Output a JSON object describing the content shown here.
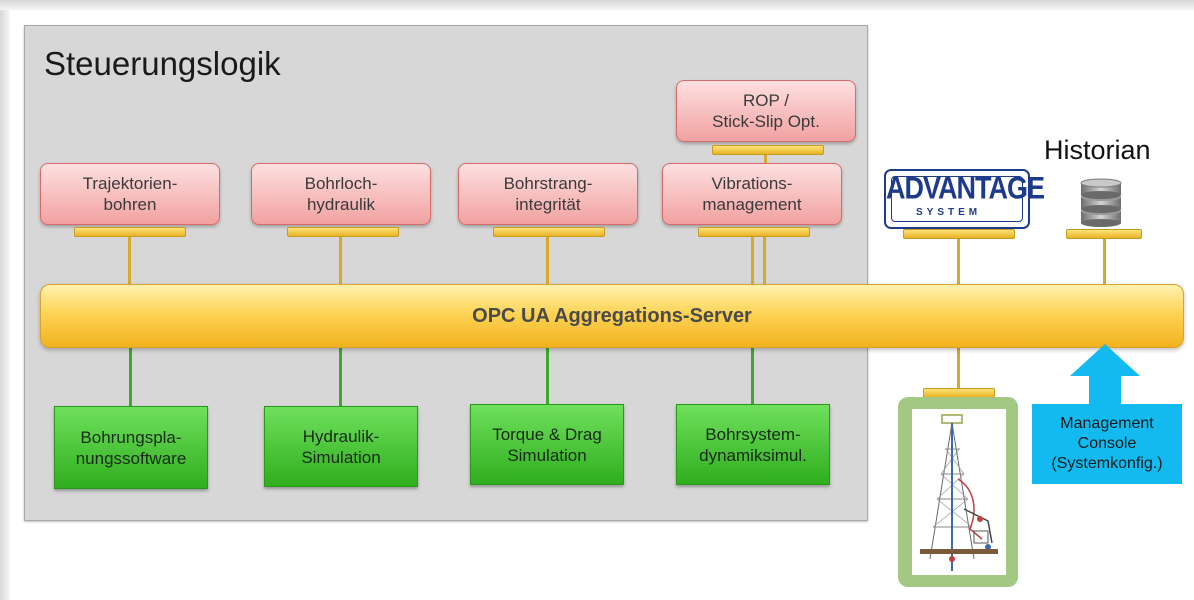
{
  "region": {
    "title": "Steuerungslogik"
  },
  "modules_top": [
    {
      "label": "Trajektorien-\nbohren"
    },
    {
      "label": "Bohrloch-\nhydraulik"
    },
    {
      "label": "Bohrstrang-\nintegrität"
    },
    {
      "label": "Vibrations-\nmanagement"
    }
  ],
  "rop_module": {
    "label": "ROP /\nStick-Slip Opt."
  },
  "bus": {
    "label": "OPC UA Aggregations-Server"
  },
  "modules_bottom": [
    {
      "label": "Bohrungspla-\nnungssoftware"
    },
    {
      "label": "Hydraulik-\nSimulation"
    },
    {
      "label": "Torque & Drag\nSimulation"
    },
    {
      "label": "Bohrsystem-\ndynamiksimul."
    }
  ],
  "historian": {
    "label": "Historian",
    "icon": "database-icon"
  },
  "advantage_logo": {
    "main": "ADVANTAGE",
    "sub": "SYSTEM"
  },
  "console": {
    "label": "Management\nConsole\n(Systemkonfig.)"
  },
  "colors": {
    "red_module": "#f2a1a1",
    "green_module": "#3cbf2a",
    "bus": "#fdd456",
    "console": "#12baf0",
    "logo_blue": "#1e3a8a"
  }
}
